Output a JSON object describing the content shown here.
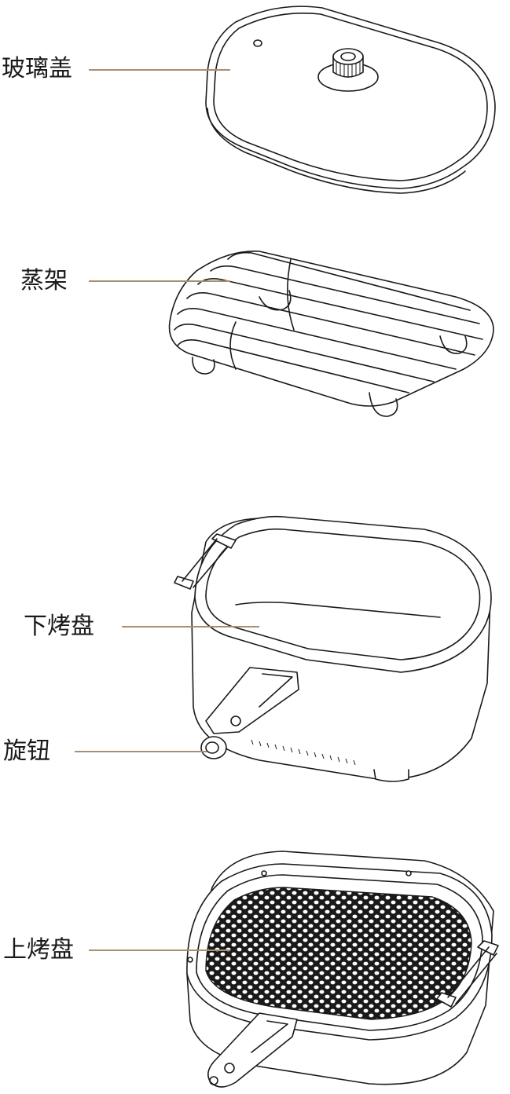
{
  "diagram": {
    "leader_color": "#a98e74",
    "parts": [
      {
        "id": "lid",
        "label": "玻璃盖"
      },
      {
        "id": "rack",
        "label": "蒸架"
      },
      {
        "id": "lower-pan",
        "label": "下烤盘"
      },
      {
        "id": "knob",
        "label": "旋钮"
      },
      {
        "id": "upper-pan",
        "label": "上烤盘"
      }
    ]
  }
}
